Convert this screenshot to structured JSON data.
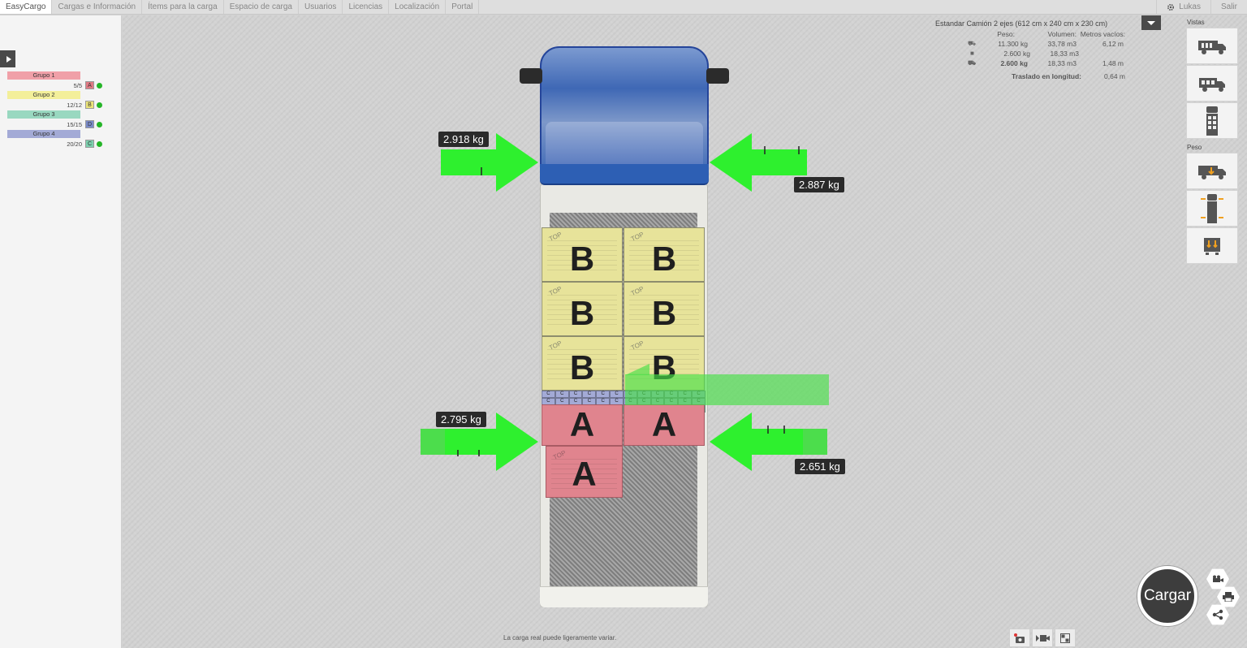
{
  "nav": {
    "tabs": [
      "EasyCargo",
      "Cargas e Información",
      "Ítems para la carga",
      "Espacio de carga",
      "Usuarios",
      "Licencias",
      "Localización",
      "Portal"
    ],
    "user": "Lukas",
    "logout": "Salir"
  },
  "groups": [
    {
      "name": "Grupo 1",
      "count": "5/5",
      "letter": "A",
      "color": "#f0a0a8"
    },
    {
      "name": "Grupo 2",
      "count": "12/12",
      "letter": "B",
      "color": "#f3ef9a"
    },
    {
      "name": "Grupo 3",
      "count": "15/15",
      "letter": "D",
      "color": "#99d8c0"
    },
    {
      "name": "Grupo 4",
      "count": "20/20",
      "letter": "C",
      "color": "#a3aad6"
    }
  ],
  "truck": {
    "box_top_tag": "TOP",
    "boxes_b": [
      "B",
      "B",
      "B",
      "B",
      "B",
      "B"
    ],
    "boxes_a": [
      "A",
      "A",
      "A"
    ],
    "strip_c": "C",
    "strip_d": "D"
  },
  "weights": {
    "front_left": "2.918 kg",
    "front_right": "2.887 kg",
    "rear_left": "2.795 kg",
    "rear_right": "2.651 kg"
  },
  "info": {
    "title": "Estandar Camión 2 ejes (612 cm x 240 cm x 230 cm)",
    "headers": [
      "Peso:",
      "Volumen:",
      "Metros vacíos:"
    ],
    "rows": [
      {
        "peso": "11.300 kg",
        "volumen": "33,78 m3",
        "metros": "6,12 m"
      },
      {
        "peso": "2.600 kg",
        "volumen": "18,33 m3",
        "metros": ""
      },
      {
        "peso": "2.600 kg",
        "volumen": "18,33 m3",
        "metros": "1,48 m"
      }
    ],
    "shift_label": "Traslado en longitud:",
    "shift_value": "0,64 m"
  },
  "panel": {
    "views_label": "Vistas",
    "weight_label": "Peso"
  },
  "cargar_button": "Cargar",
  "footnote": "La carga real puede ligeramente variar.",
  "colors": {
    "arrow": "#2ef02e",
    "cab": "#3f68b5",
    "box_b": "#e7e39a",
    "box_a": "#e0848e",
    "ok": "#25b528"
  }
}
